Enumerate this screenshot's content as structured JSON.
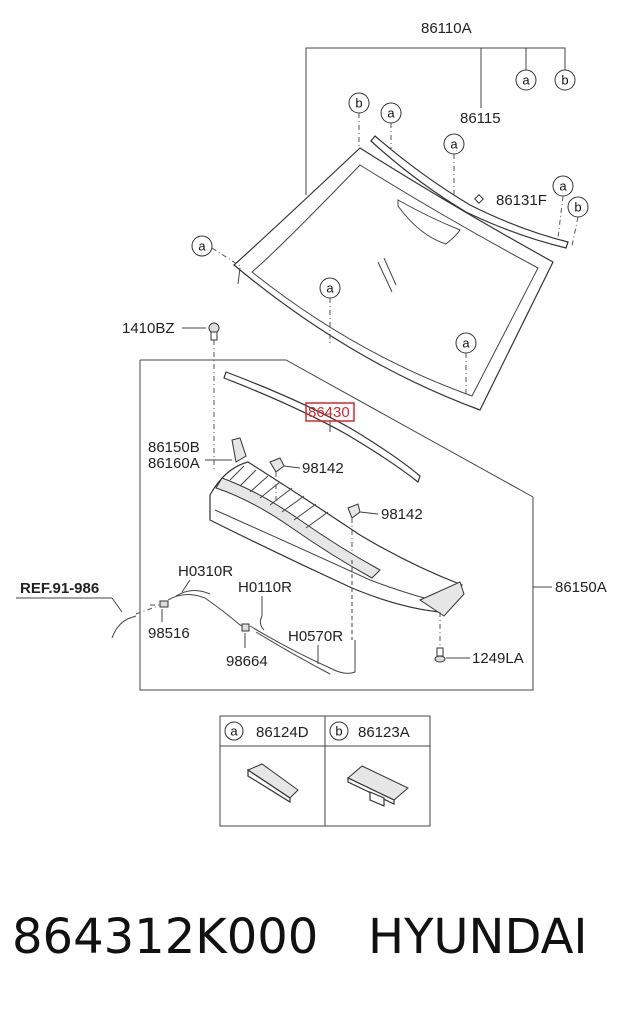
{
  "labels": {
    "glass": "86110A",
    "clip": "86115",
    "moulding": "86131F",
    "bolt_top": "1410BZ",
    "weatherstrip": "86430",
    "cowl_l1": "86150B",
    "cowl_l2": "86160A",
    "fastener_1": "98142",
    "fastener_2": "98142",
    "hose_1": "H0310R",
    "hose_2": "H0110R",
    "hose_3": "H0570R",
    "ref": "REF.91-986",
    "nozzle_1": "98516",
    "nozzle_2": "98664",
    "cowl_panel": "86150A",
    "bolt_bottom": "1249LA"
  },
  "callouts": {
    "a": "a",
    "b": "b"
  },
  "legend": {
    "a_letter": "a",
    "a_part": "86124D",
    "b_letter": "b",
    "b_part": "86123A"
  },
  "footer": {
    "part_number": "864312K000",
    "brand": "HYUNDAI"
  },
  "highlight_color": "#d9262b"
}
